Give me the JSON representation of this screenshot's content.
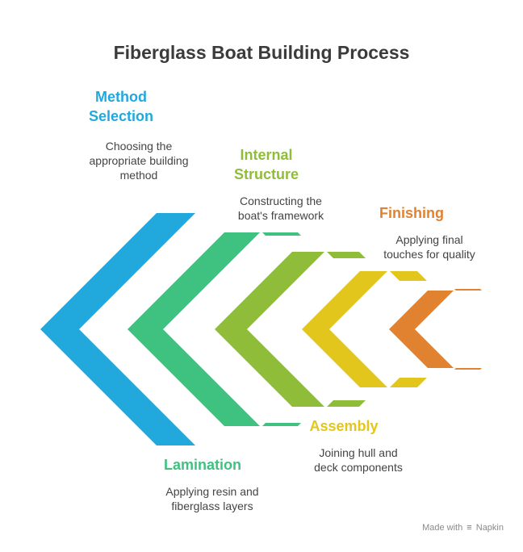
{
  "title": "Fiberglass Boat Building Process",
  "steps": [
    {
      "id": "method-selection",
      "title": "Method\nSelection",
      "desc": "Choosing the\nappropriate building\nmethod",
      "color": "#21a8dc",
      "dark": "#1f97c8"
    },
    {
      "id": "lamination",
      "title": "Lamination",
      "desc": "Applying resin and\nfiberglass layers",
      "color": "#3fc27f",
      "dark": "#36b070"
    },
    {
      "id": "internal-structure",
      "title": "Internal\nStructure",
      "desc": "Constructing the\nboat's framework",
      "color": "#8fbd3a",
      "dark": "#82ad32"
    },
    {
      "id": "assembly",
      "title": "Assembly",
      "desc": "Joining hull and\ndeck components",
      "color": "#e3c61c",
      "dark": "#d1b416"
    },
    {
      "id": "finishing",
      "title": "Finishing",
      "desc": "Applying final\ntouches for quality",
      "color": "#e0822f",
      "dark": "#cf7428"
    }
  ],
  "credit": {
    "prefix": "Made with",
    "brand": "Napkin"
  }
}
